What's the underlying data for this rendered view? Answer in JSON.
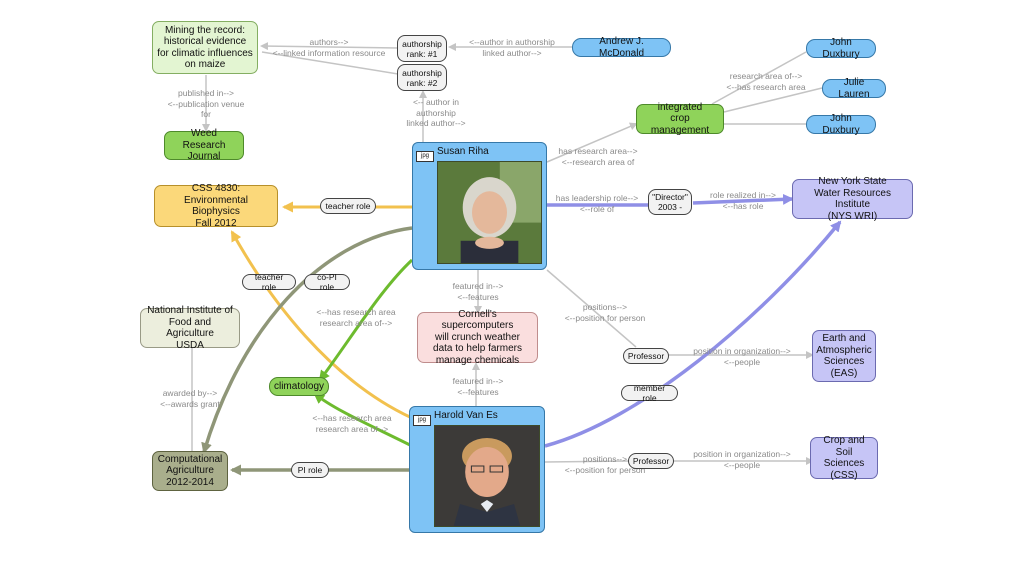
{
  "nodes": {
    "mining_record": "Mining the record:\nhistorical evidence\nfor climatic influences\non maize",
    "weed_research": "Weed Research\nJournal",
    "authorship1": "authorship\nrank: #1",
    "authorship2": "authorship\nrank: #2",
    "andrew": "Andrew J. McDonald",
    "john1": "John Duxbury",
    "julie": "Julie Lauren",
    "john2": "John Duxbury",
    "integrated": "integrated\ncrop management",
    "css4830": "CSS 4830:\nEnvironmental Biophysics\nFall 2012",
    "director": "\"Director\"\n2003 -",
    "nyswri": "New York State\nWater Resources Institute\n(NYS WRI)",
    "nifa": "National Institute of\nFood and Agriculture\nUSDA",
    "cornell": "Cornell's supercomputers\nwill crunch weather\ndata to help farmers\nmanage chemicals",
    "eas": "Earth and\nAtmospheric\nSciences\n(EAS)",
    "climatology": "climatology",
    "css_dept": "Crop and\nSoil Sciences\n(CSS)",
    "comp_ag": "Computational\nAgriculture\n2012-2014"
  },
  "people": {
    "susan": {
      "name": "Susan Riha",
      "badge": "jpg"
    },
    "harold": {
      "name": "Harold Van Es",
      "badge": "jpg"
    }
  },
  "pills": {
    "teacher_role_1": "teacher role",
    "teacher_role_2": "teacher role",
    "copi_role": "co-PI role",
    "professor_1": "Professor",
    "member_role": "member role",
    "professor_2": "Professor",
    "pi_role": "PI role"
  },
  "edge_labels": {
    "authors": "authors-->\n<--linked information resource",
    "author_in_authorship": "<--author in authorship\nlinked author-->",
    "published_in": "published in-->\n<--publication venue\nfor",
    "author_in_authorship2": "<-- author in\nauthorship\nlinked author-->",
    "research_area_of": "research area of-->\n<--has research area",
    "has_research_area": "has research area-->\n<--research area of",
    "has_leadership_role": "has leadership role-->\n<--role of",
    "role_realized_in": "role realized in-->\n<--has role",
    "featured_in_1": "featured in-->\n<--features",
    "has_research_area_2": "<--has research area\nresearch area of-->",
    "positions_1": "positions-->\n<--position for person",
    "position_in_org_1": "position in organization-->\n<--people",
    "awarded_by": "awarded by-->\n<--awards grant",
    "featured_in_2": "featured in-->\n<--features",
    "has_research_area_3": "<--has research area\nresearch area of-->",
    "positions_2": "positions-->\n<--position for person",
    "position_in_org_2": "position in organization-->\n<--people"
  },
  "colors": {
    "grey_edge": "#bdbdbd",
    "yellow_edge": "#f2c14e",
    "olive_edge": "#8f9678",
    "green_edge": "#6dbb2e",
    "purple_edge": "#8f8fe6"
  }
}
